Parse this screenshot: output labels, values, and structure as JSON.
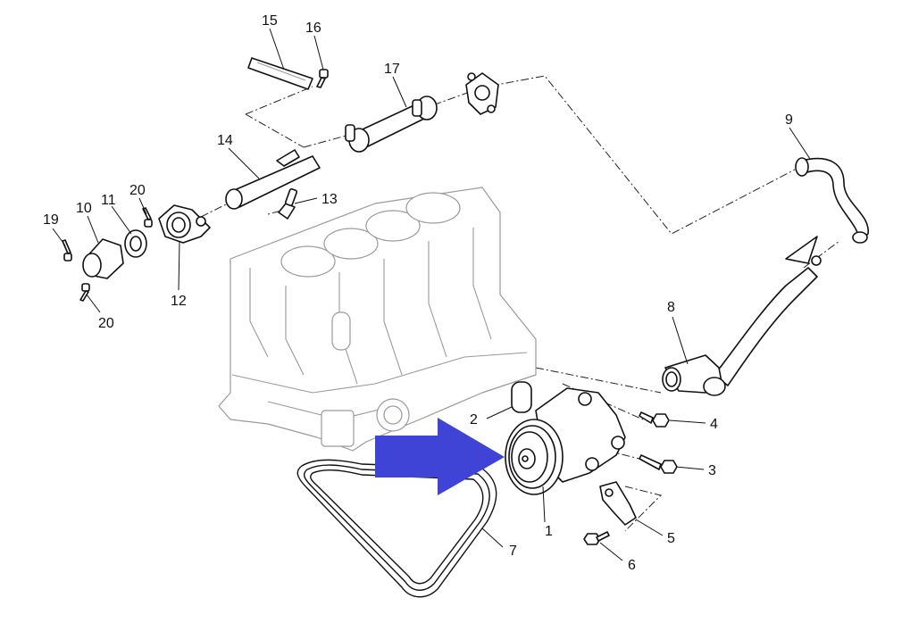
{
  "diagram": {
    "arrow_color": "#3f43d6",
    "callouts": [
      {
        "id": "c1",
        "label": "1"
      },
      {
        "id": "c2",
        "label": "2"
      },
      {
        "id": "c3",
        "label": "3"
      },
      {
        "id": "c4",
        "label": "4"
      },
      {
        "id": "c5",
        "label": "5"
      },
      {
        "id": "c6",
        "label": "6"
      },
      {
        "id": "c7",
        "label": "7"
      },
      {
        "id": "c8",
        "label": "8"
      },
      {
        "id": "c9",
        "label": "9"
      },
      {
        "id": "c10",
        "label": "10"
      },
      {
        "id": "c11",
        "label": "11"
      },
      {
        "id": "c12",
        "label": "12"
      },
      {
        "id": "c13",
        "label": "13"
      },
      {
        "id": "c14",
        "label": "14"
      },
      {
        "id": "c15",
        "label": "15"
      },
      {
        "id": "c16",
        "label": "16"
      },
      {
        "id": "c17",
        "label": "17"
      },
      {
        "id": "c19",
        "label": "19"
      },
      {
        "id": "c20a",
        "label": "20"
      },
      {
        "id": "c20b",
        "label": "20"
      }
    ]
  }
}
